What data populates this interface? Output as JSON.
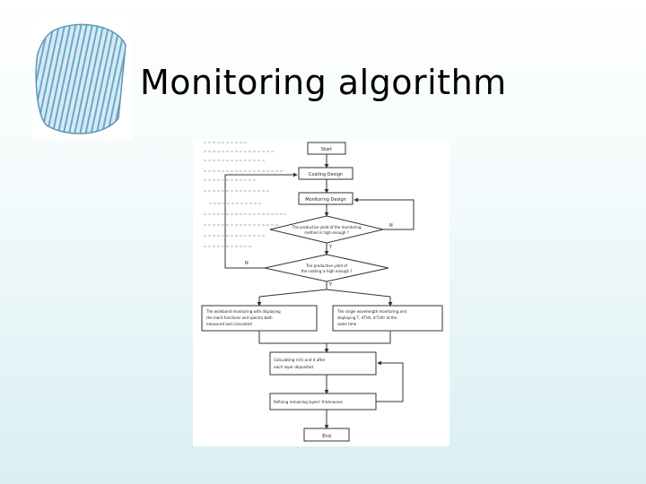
{
  "slide": {
    "title": "Monitoring algorithm"
  },
  "logo": {
    "icon": "wafer-icon",
    "colors": {
      "stripe": "#6aa8c8",
      "wafer": "#d6eaf4"
    }
  },
  "flowchart": {
    "start": "Start",
    "coating_design": "Coating Design",
    "monitoring_design": "Monitoring Design",
    "decision1": {
      "line1": "The productive yield of the monitoring",
      "line2": "method is high enough ?",
      "yes": "Y",
      "no": "N"
    },
    "decision2": {
      "line1": "The productive yield of",
      "line2": "the coating is high enough ?",
      "yes": "Y",
      "no": "N"
    },
    "branch_left": {
      "line1": "The wideband monitoring with displaying",
      "line2": "the merit functions and spectra both",
      "line3": "measured and calculated"
    },
    "branch_right": {
      "line1": "The single wavelength monitoring and",
      "line2": "displaying T, dT/dt, d²T/dt² at the",
      "line3": "same time"
    },
    "calc": {
      "line1": "Calculating n(λ) and d after",
      "line2": "each layer deposited"
    },
    "refine": "Refining remaining layers' thicknesses",
    "end": "End"
  }
}
